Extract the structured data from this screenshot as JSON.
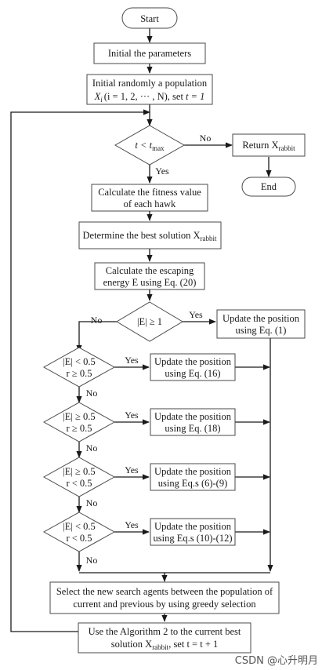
{
  "nodes": {
    "start": "Start",
    "init_params": "Initial the parameters",
    "init_pop": {
      "line1": "Initial randomly a population",
      "line2": ", set"
    },
    "loop_check": "t < t",
    "return": "Return X",
    "end": "End",
    "fitness": {
      "line1": "Calculate the fitness value",
      "line2": "of each hawk"
    },
    "best": "Determine the best solution X",
    "escape": {
      "line1": "Calculate the escaping",
      "line2": "energy E using Eq. (20)"
    },
    "e_check": "|E| ≥ 1",
    "upd_1": {
      "line1": "Update the position",
      "line2": "using Eq. (1)"
    },
    "c1": {
      "line1": "|E| < 0.5",
      "line2": "r ≥ 0.5"
    },
    "upd_16": {
      "line1": "Update the position",
      "line2": "using Eq. (16)"
    },
    "c2": {
      "line1": "|E| ≥ 0.5",
      "line2": "r ≥ 0.5"
    },
    "upd_18": {
      "line1": "Update the position",
      "line2": "using Eq. (18)"
    },
    "c3": {
      "line1": "|E| ≥ 0.5",
      "line2": "r < 0.5"
    },
    "upd_69": {
      "line1": "Update the position",
      "line2": "using Eq.s (6)-(9)"
    },
    "c4": {
      "line1": "|E| < 0.5",
      "line2": "r < 0.5"
    },
    "upd_1012": {
      "line1": "Update the position",
      "line2": "using Eq.s (10)-(12)"
    },
    "select": {
      "line1": "Select the new search agents between the population of",
      "line2": "current and previous by using greedy selection"
    },
    "algo2": {
      "line1": "Use the Algorithm 2 to the current best",
      "line2": "solution X",
      "line2b": ", set t = t + 1"
    }
  },
  "math": {
    "X": "X",
    "i_sub": "i",
    "pop_range": "(i = 1, 2, ··· , N)",
    "t_eq_1": "t = 1",
    "max_sub": "max",
    "rabbit_sub": "rabbit"
  },
  "edge_labels": {
    "yes": "Yes",
    "no": "No"
  },
  "watermark": "CSDN @心升明月"
}
